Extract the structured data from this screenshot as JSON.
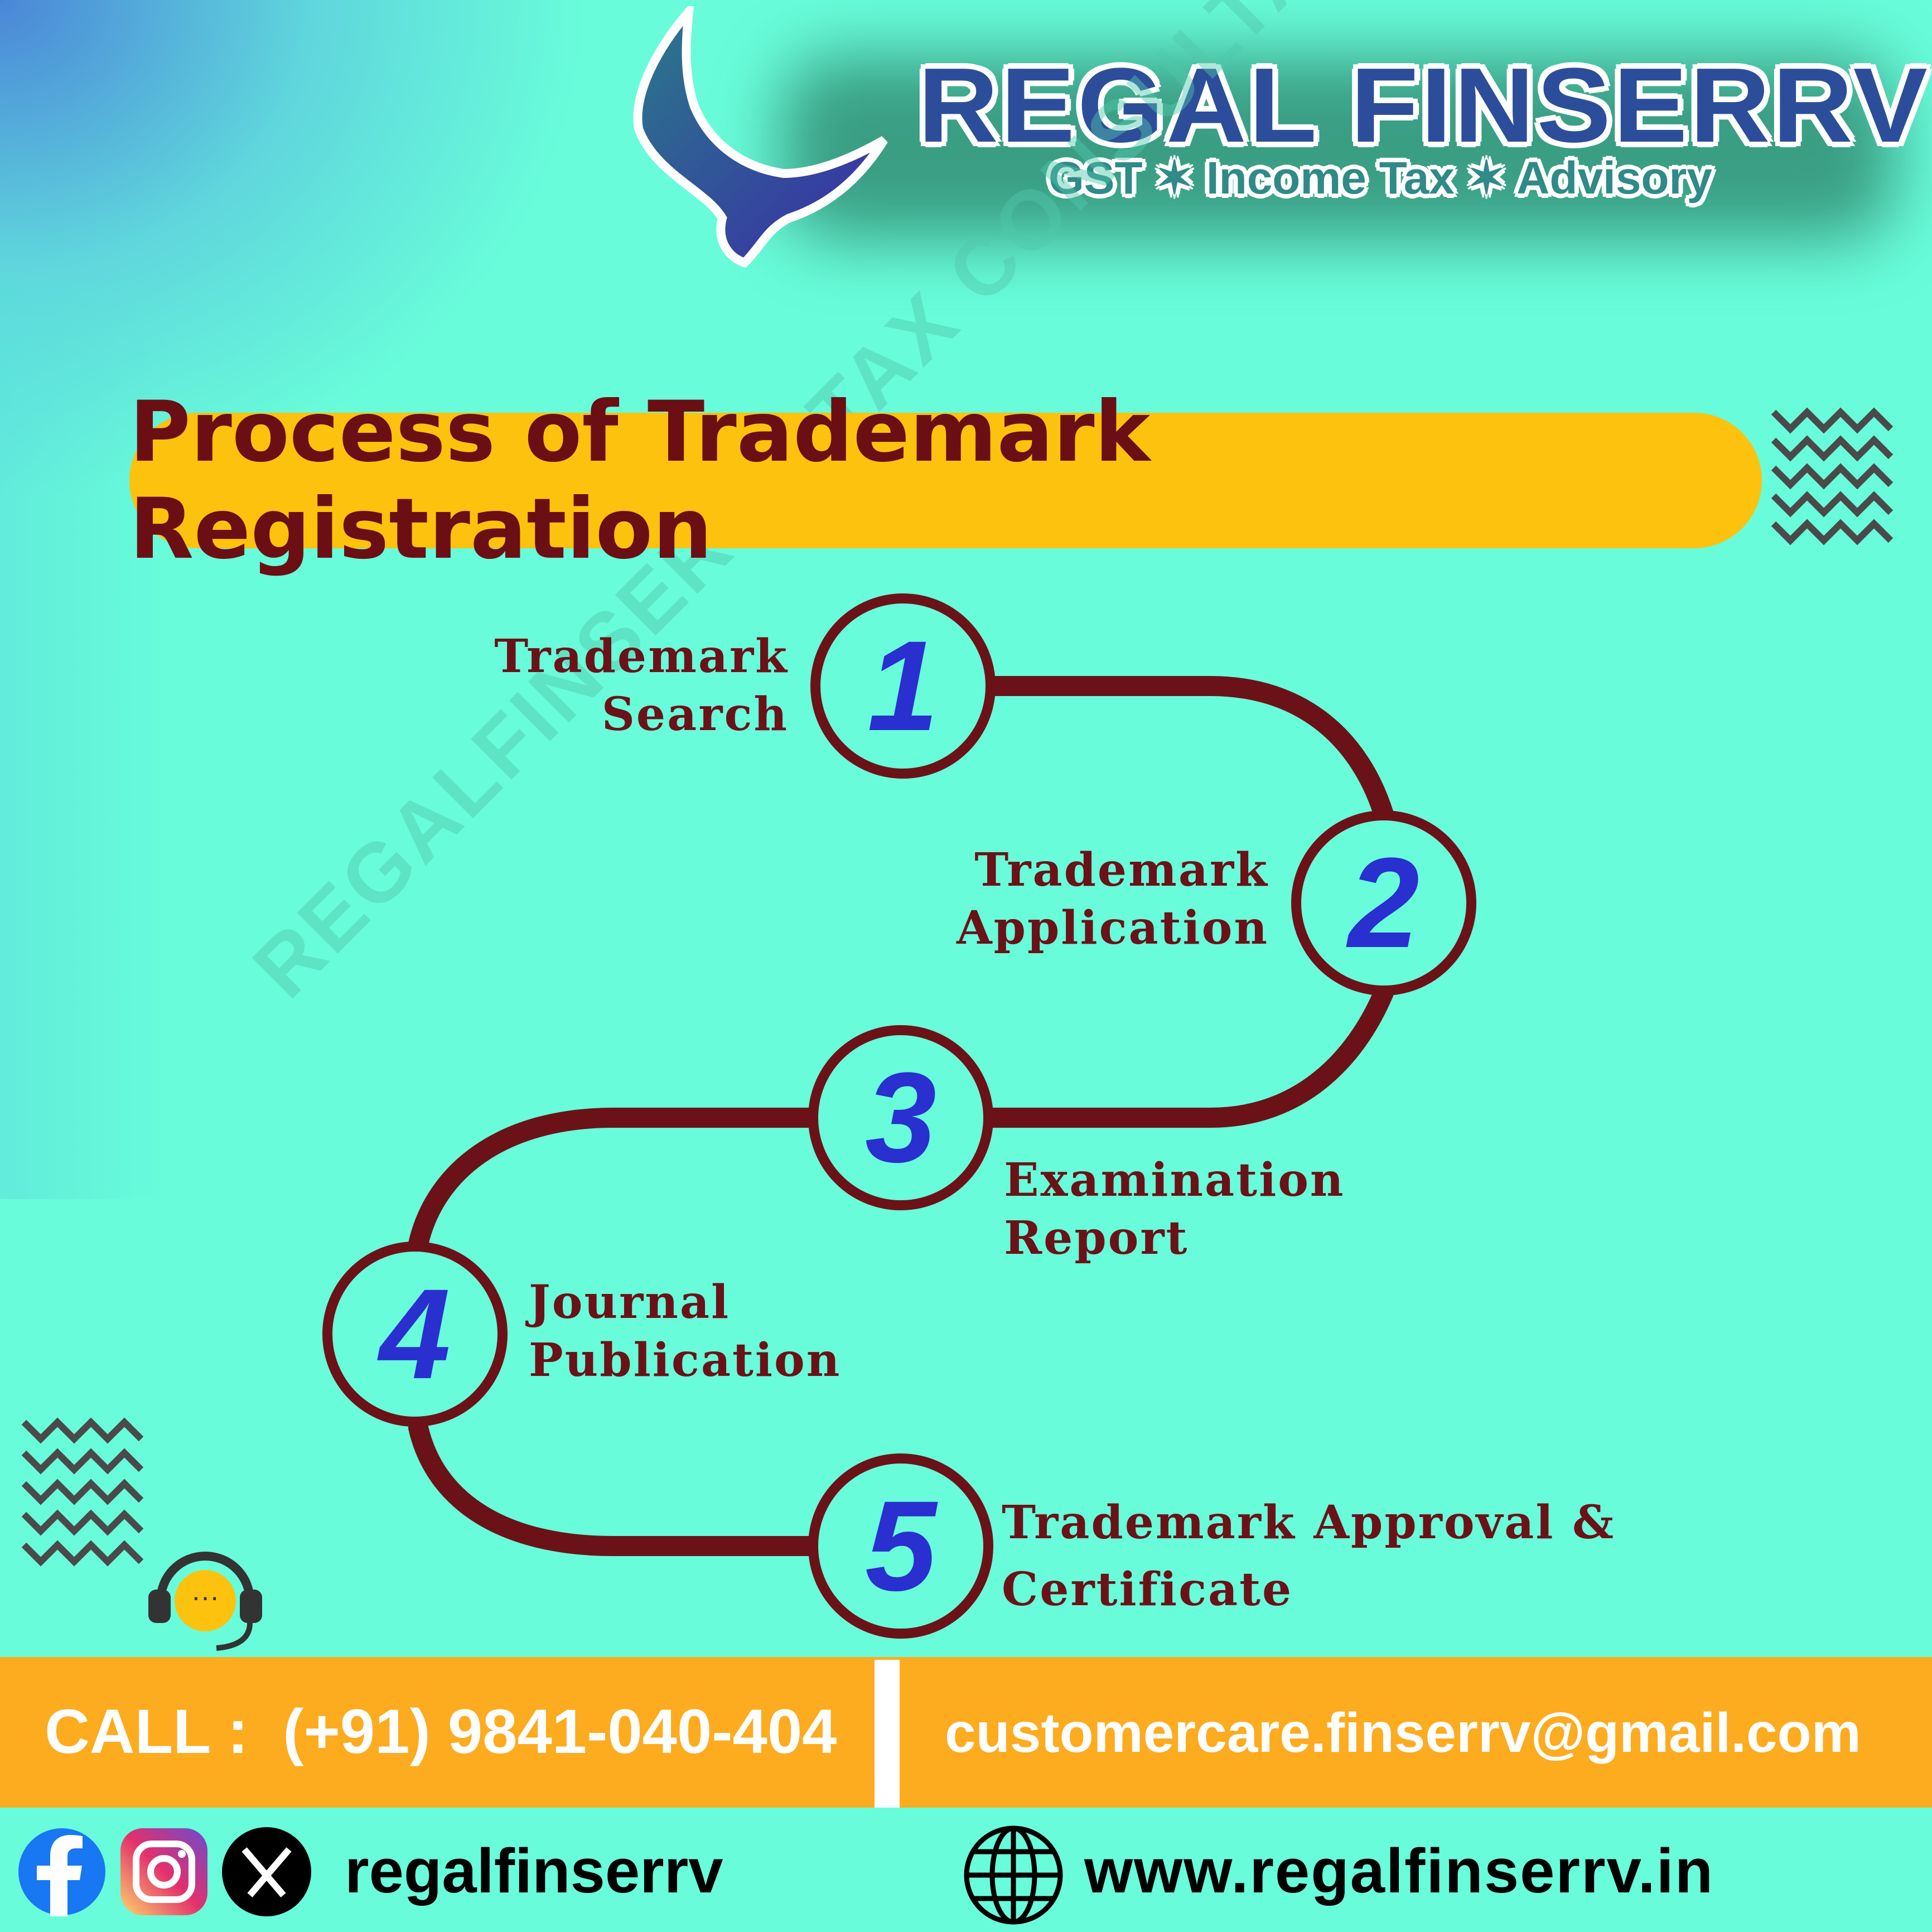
{
  "brand": {
    "name": "REGAL FINSERRV",
    "tagline": "GST ✶ Income Tax ✶ Advisory"
  },
  "title": "Process of Trademark Registration",
  "watermark": "REGALFINSERRV TAX CONSULTANT",
  "steps": [
    {
      "number": "1",
      "line1": "Trademark",
      "line2": "Search"
    },
    {
      "number": "2",
      "line1": "Trademark",
      "line2": "Application"
    },
    {
      "number": "3",
      "line1": "Examination",
      "line2": "Report"
    },
    {
      "number": "4",
      "line1": "Journal",
      "line2": "Publication"
    },
    {
      "number": "5",
      "line1": "Trademark Approval &",
      "line2": "Certificate"
    }
  ],
  "contact": {
    "call": "CALL :  (+91) 9841-040-404",
    "email": "customercare.finserrv@gmail.com",
    "social_handle": "regalfinserrv",
    "website": "www.regalfinserrv.in"
  },
  "colors": {
    "background": "#68fcda",
    "title_pill": "#fcc20e",
    "maroon": "#6b1218",
    "number_blue": "#2a2fd0",
    "band": "#fdab1f"
  }
}
